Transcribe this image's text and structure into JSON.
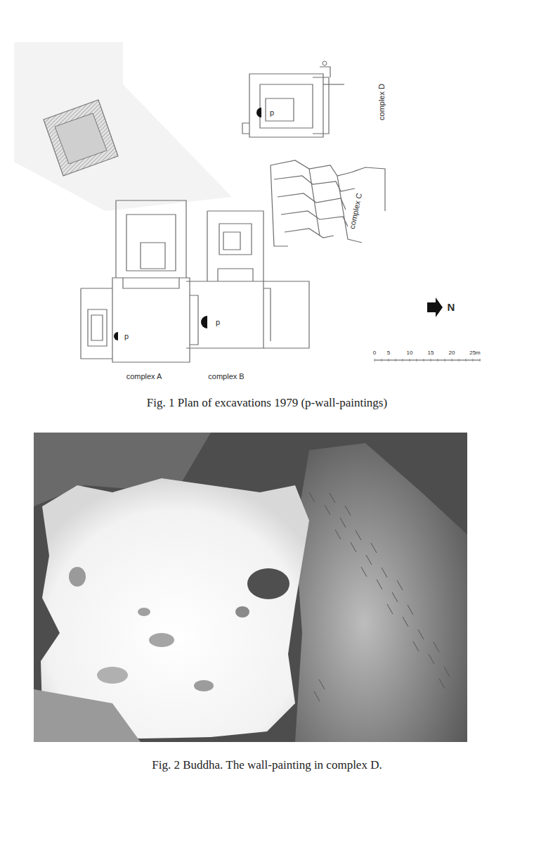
{
  "diagram": {
    "caption": "Fig. 1 Plan of excavations 1979 (p-wall-paintings)",
    "labels": [
      "complex D",
      "complex C",
      "complex A",
      "complex B",
      "p",
      "p",
      "p",
      "N",
      "0",
      "5",
      "10",
      "15",
      "20",
      "25m",
      "Fig. 2 Buddha. The wall-painting in complex D."
    ]
  }
}
